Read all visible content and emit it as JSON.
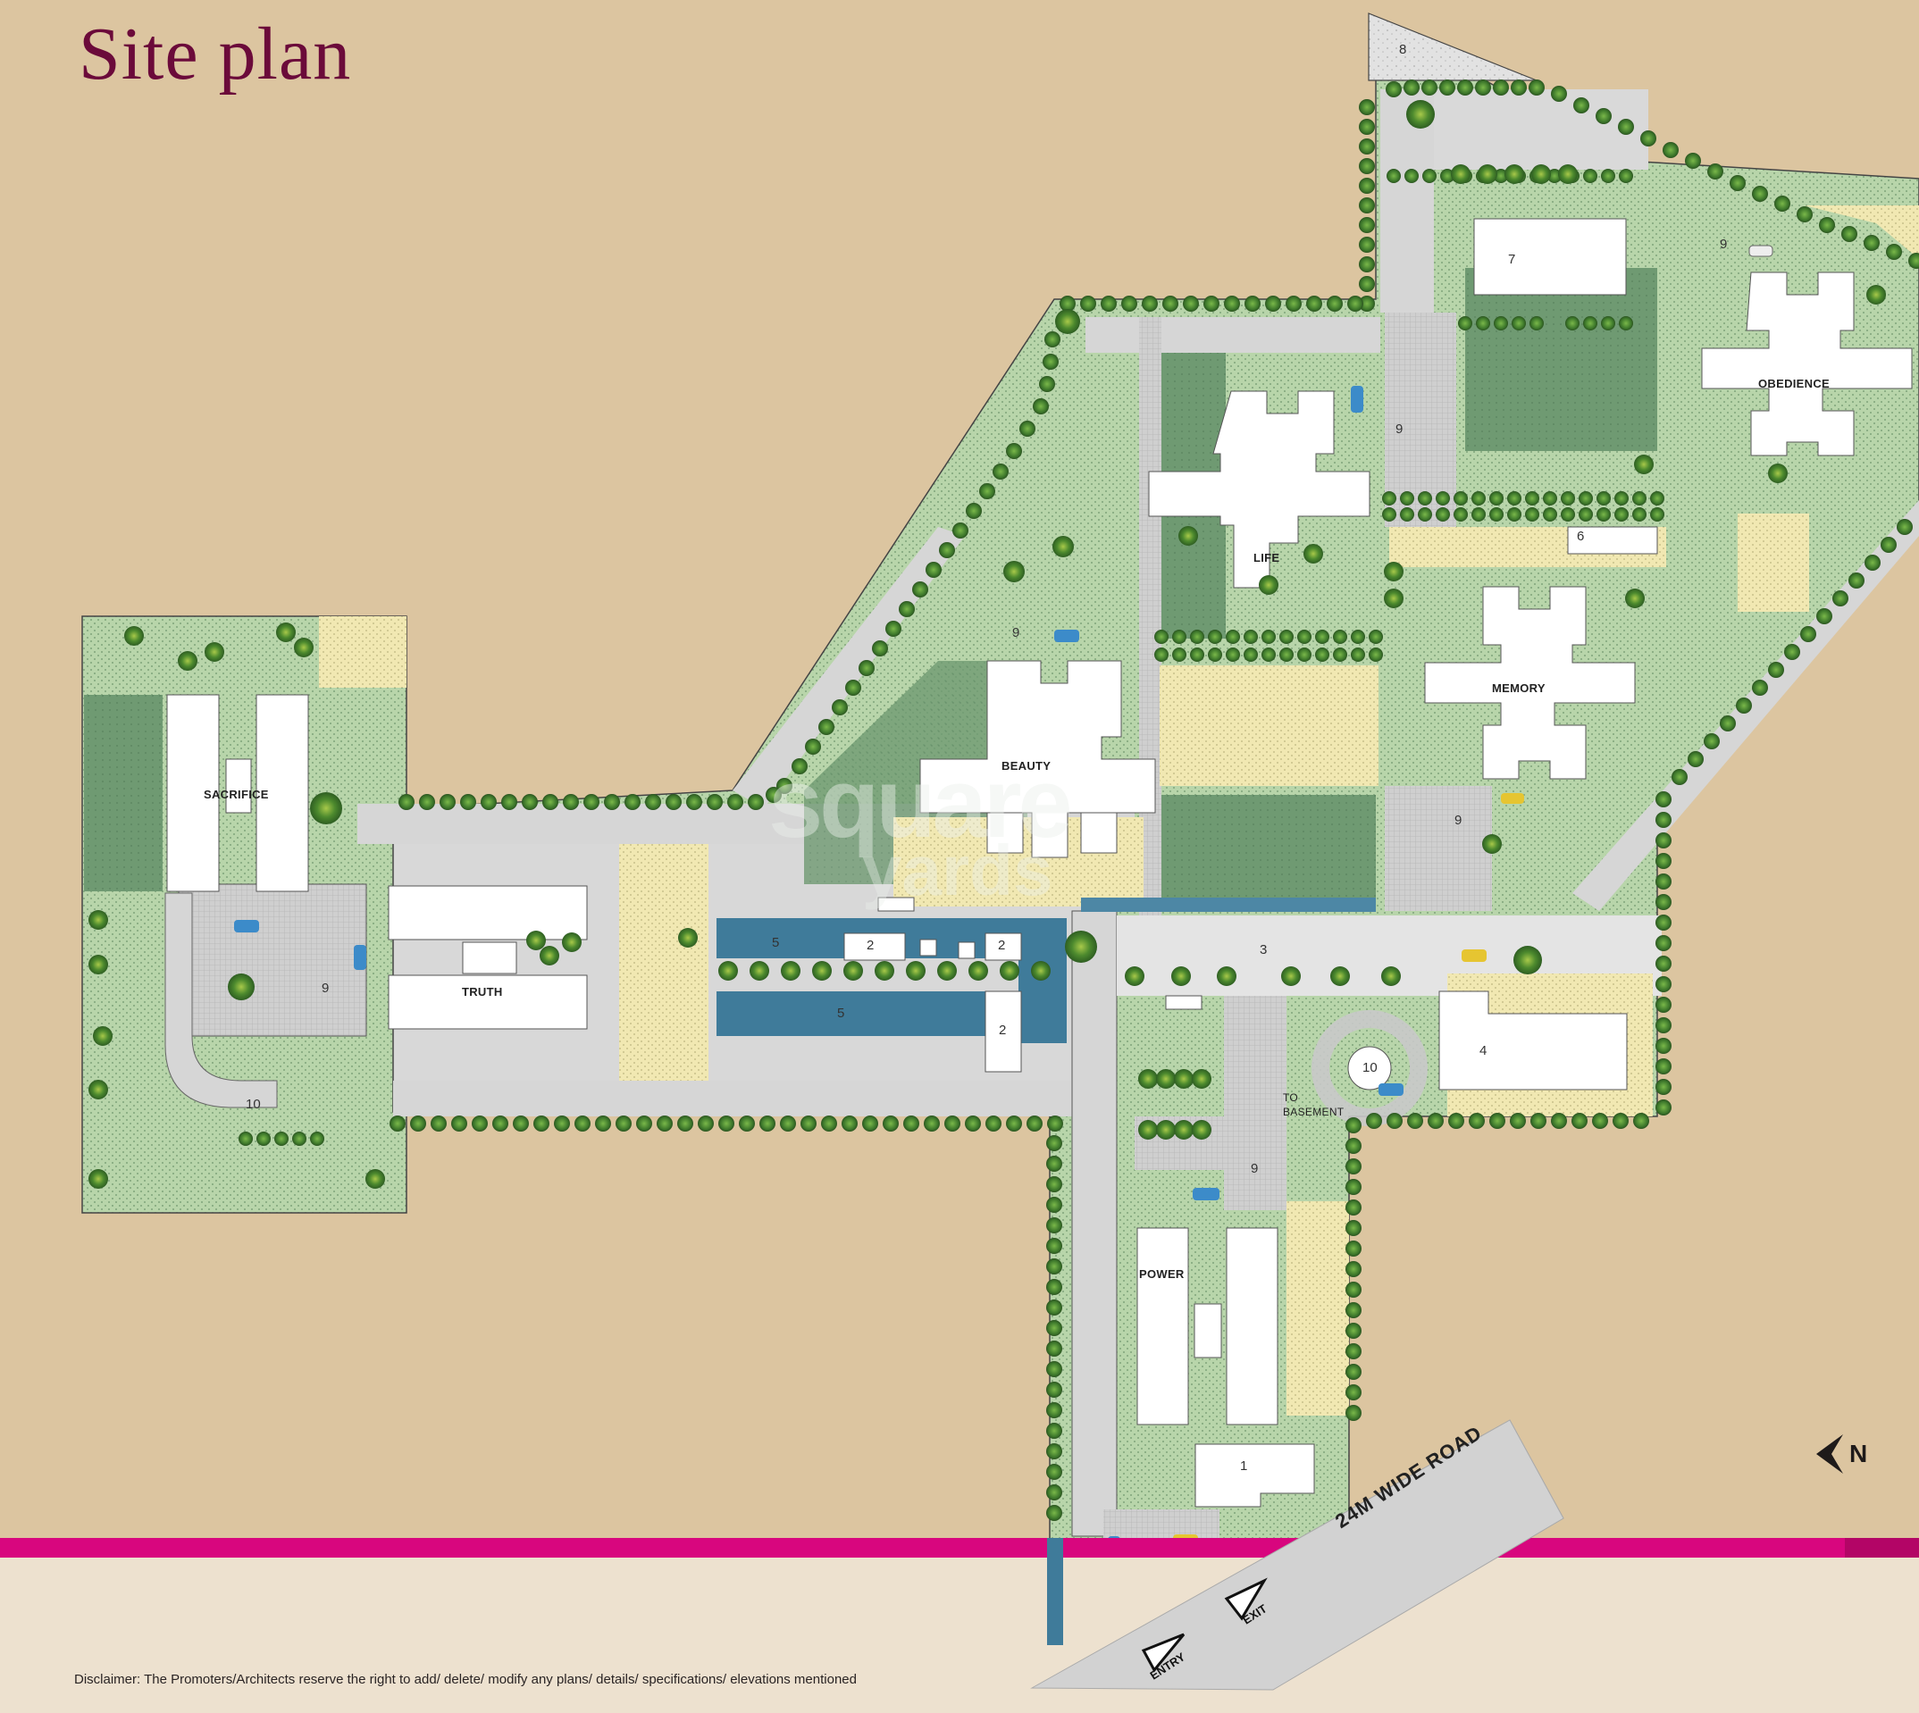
{
  "page": {
    "title": "Site plan",
    "disclaimer": "Disclaimer: The Promoters/Architects reserve the right to add/ delete/ modify any plans/ details/ specifications/ elevations mentioned",
    "watermark_line1": "square",
    "watermark_line2": "yards",
    "colors": {
      "background": "#dcc5a0",
      "title": "#6b0a3a",
      "accent_band": "#d8067e",
      "footer": "#ede1cf",
      "grass_light": "#b5d3a8",
      "grass_dark": "#6f9a72",
      "paving": "#d6d6d6",
      "water": "#3f7b9a",
      "sand": "#f0e6a8",
      "building": "#ffffff"
    }
  },
  "buildings": {
    "sacrifice": "SACRIFICE",
    "truth": "TRUTH",
    "beauty": "BEAUTY",
    "life": "LIFE",
    "memory": "MEMORY",
    "obedience": "OBEDIENCE",
    "power": "POWER"
  },
  "labels": {
    "to_basement_1": "TO",
    "to_basement_2": "BASEMENT",
    "road": "24M WIDE ROAD",
    "entry": "ENTRY",
    "exit": "EXIT",
    "north": "N"
  },
  "key_numbers": {
    "n1": "1",
    "n2a": "2",
    "n2b": "2",
    "n2c": "2",
    "n3": "3",
    "n4": "4",
    "n5a": "5",
    "n5b": "5",
    "n6": "6",
    "n7": "7",
    "n8": "8",
    "n9a": "9",
    "n9b": "9",
    "n9c": "9",
    "n9d": "9",
    "n9e": "9",
    "n9f": "9",
    "n10a": "10",
    "n10b": "10"
  }
}
